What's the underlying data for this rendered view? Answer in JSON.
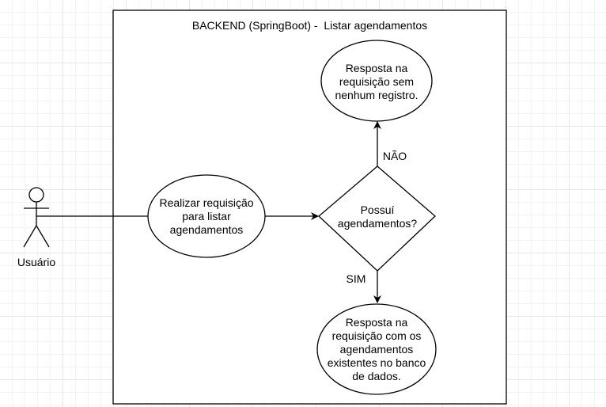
{
  "diagram": {
    "boundary_title": "BACKEND (SpringBoot) -  Listar agendamentos",
    "actor_label": "Usuário",
    "nodes": {
      "request": "Realizar requisição\npara listar\nagendamentos",
      "decision": "Possuí\nagendamentos?",
      "no_records": "Resposta na\nrequisição sem\nnenhum registro.",
      "with_records": "Resposta na\nrequisição com os\nagendamentos\nexistentes no banco\nde dados."
    },
    "edges": {
      "no_label": "NÃO",
      "yes_label": "SIM"
    }
  },
  "colors": {
    "stroke": "#000000",
    "fill": "#ffffff",
    "grid_major": "#e6e6e6",
    "grid_minor": "#f3f3f3"
  }
}
